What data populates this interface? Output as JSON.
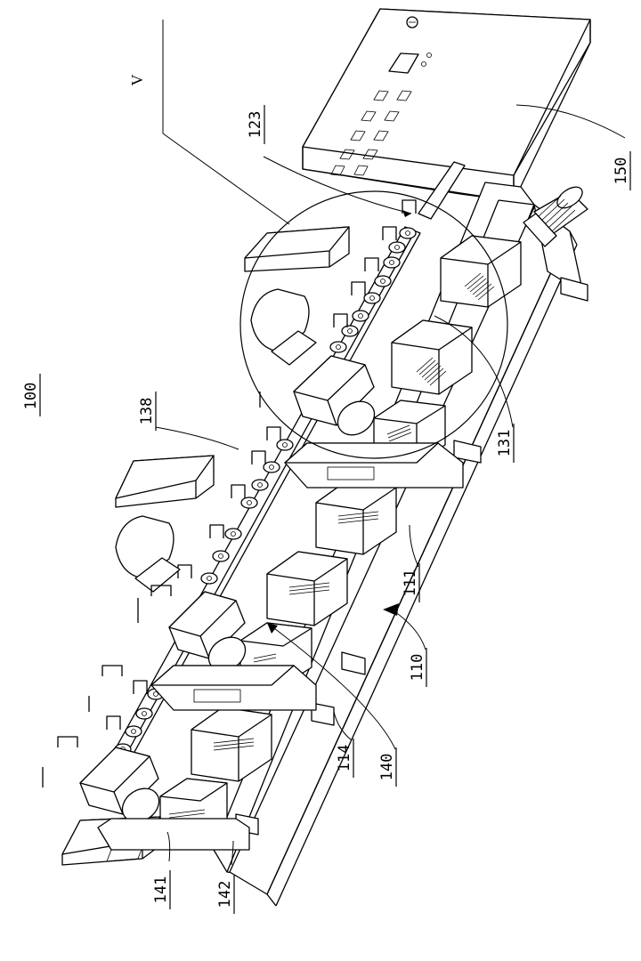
{
  "figure": {
    "view_marker": "V",
    "labels": {
      "assembly": "100",
      "frame": "110",
      "rail": "111",
      "bracket": "114",
      "feed_line": "123",
      "wheel_set": "131",
      "guide": "138",
      "cutting_unit": "140",
      "cutter_head": "141",
      "end_stand": "142",
      "control_box": "150"
    }
  }
}
